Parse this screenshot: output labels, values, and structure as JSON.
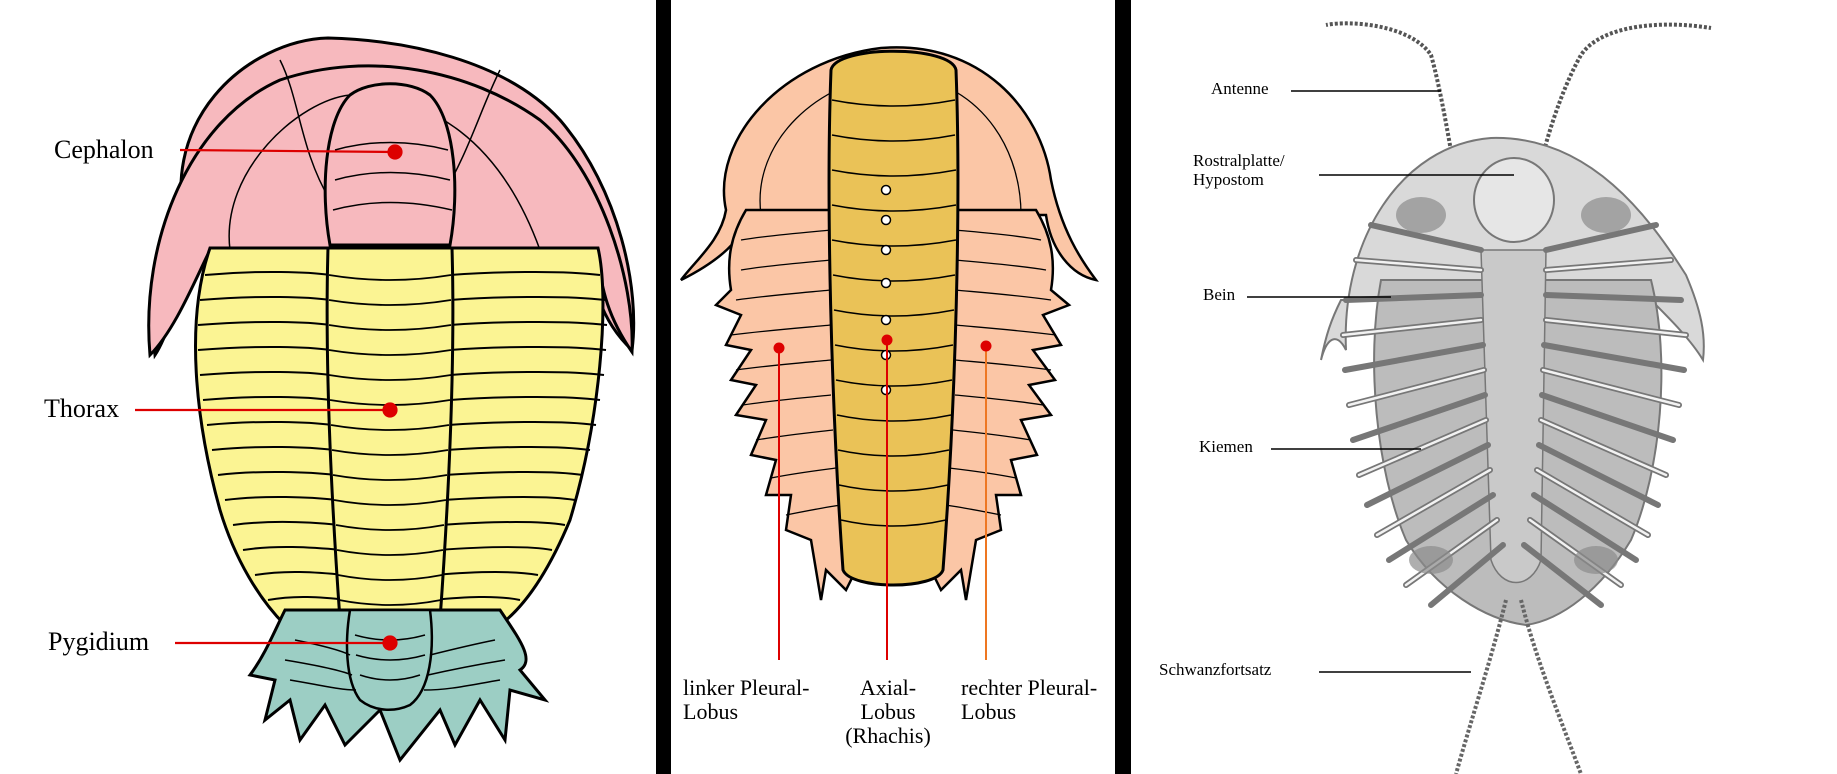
{
  "panel1": {
    "labels": {
      "cephalon": "Cephalon",
      "thorax": "Thorax",
      "pygidium": "Pygidium"
    },
    "colors": {
      "cephalon": "#f7b9be",
      "thorax": "#fbf493",
      "pygidium": "#9ccec4",
      "pointer": "#dd0000"
    }
  },
  "panel2": {
    "labels": {
      "left_line1": "linker Pleural-",
      "left_line2": "Lobus",
      "axial_line1": "Axial-",
      "axial_line2": "Lobus",
      "axial_line3": "(Rhachis)",
      "right_line1": "rechter Pleural-",
      "right_line2": "Lobus"
    },
    "colors": {
      "pleura": "#fbc6a6",
      "axis": "#eac257",
      "pointer": "#dd0000",
      "pointer_right": "#ee7722"
    }
  },
  "panel3": {
    "labels": {
      "antenne": "Antenne",
      "rostral_line1": "Rostralplatte/",
      "rostral_line2": "Hypostom",
      "bein": "Bein",
      "kiemen": "Kiemen",
      "schwanz": "Schwanzfortsatz"
    },
    "colors": {
      "body": "#d9d9d9",
      "dark": "#777777"
    }
  }
}
